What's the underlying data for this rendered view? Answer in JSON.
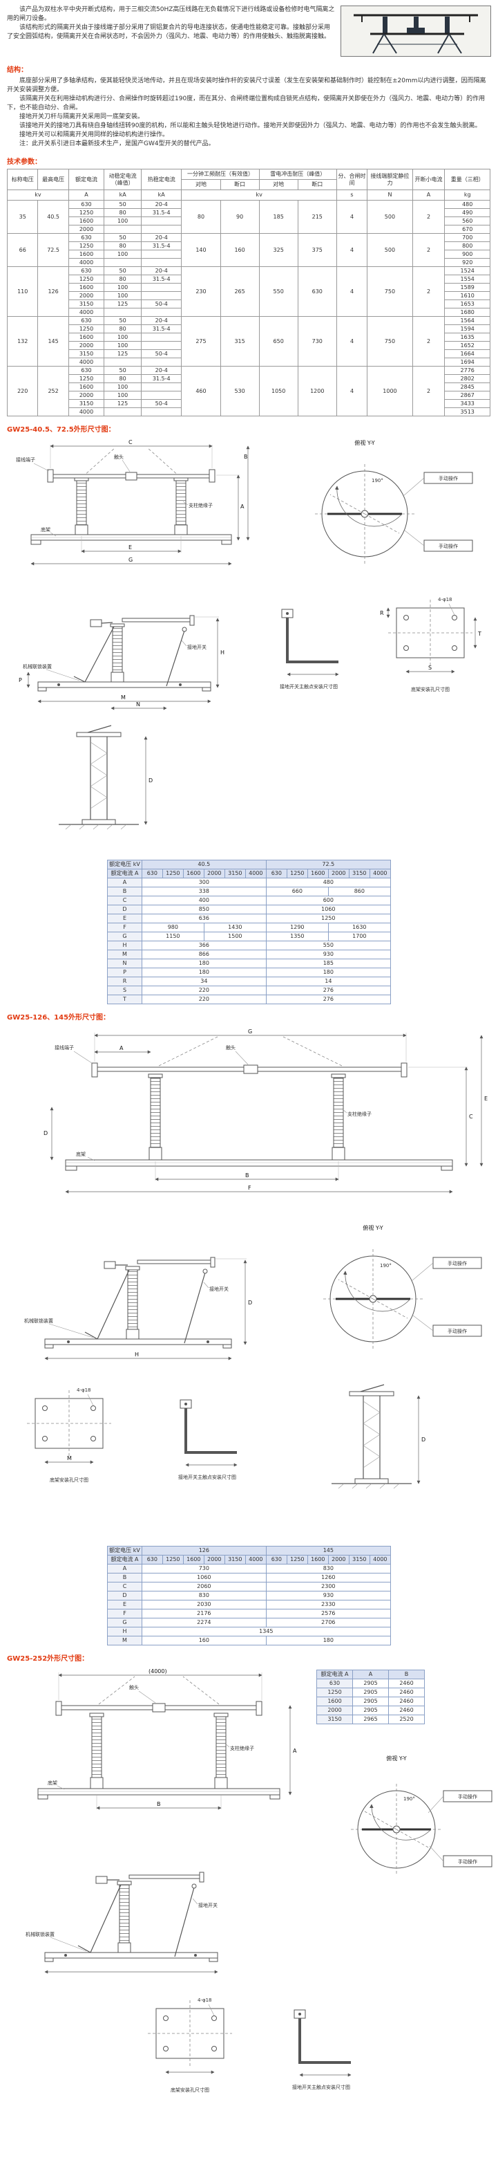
{
  "colors": {
    "heading_red": "#e23b12",
    "dim_header_bg": "#d9e1f2",
    "dim_border": "#8aa0c6",
    "table_border": "#9a9a9a",
    "text": "#333333"
  },
  "intro": {
    "p1": "该产品为双柱水平中央开断式结构，用于三相交流50HZ高压线路在无负载情况下进行线路或设备检修时电气隔离之用的闸刀设备。",
    "p2": "该结构形式的隔离开关由于接线端子部分采用了铜铝复合片的导电连接状态，使通电性能稳定可靠。接触部分采用了安全圆弧结构，使隔离开关在合闸状态时，不会因外力（强风力、地震、电动力等）的作用使触头、触指脱离接触。"
  },
  "structure": {
    "heading": "结构：",
    "paragraphs": [
      "底座部分采用了多轴承结构，使其能轻快灵活地传动，并且在现场安装时操作杆的安装尺寸误差（发生在安装架和基础制作时）能控制在±20mm以内进行调整，因而隔离开关安装调整方便。",
      "该隔离开关在利用操动机构进行分、合闸操作时旋转超过190度，而在其分、合闸终端位置构成自锁死点结构，使隔离开关即使在外力（强风力、地震、电动力等）的作用下，也不能自动分、合闸。",
      "接地开关刀杆与隔离开关采用同一底架安装。",
      "该接地开关的接地刀具有绕自身轴线扭转90度的机构，所以能和主触头轻快地进行动作。接地开关即使因外力（强风力、地震、电动力等）的作用也不会发生触头脱离。",
      "接地开关可以和隔离开关用同样的操动机构进行操作。",
      "注：此开关系引进日本最新技术生产，是国产GW4型开关的替代产品。"
    ]
  },
  "tech": {
    "heading": "技术参数：",
    "header": {
      "nominal": "标称电压",
      "max": "最高电压",
      "current": "额定电流",
      "dynamic": "动稳定电流（峰值）",
      "thermal": "热稳定电流",
      "pf": "一分钟工频耐压（有效值）",
      "li": "雷电冲击耐压（峰值）",
      "ground": "对地",
      "gap": "断口",
      "time": "分、合闸时间",
      "pull": "接线端额定静拉力",
      "brk": "开断小电流",
      "weight": "重量（三相）",
      "u_kv": "kv",
      "u_a": "A",
      "u_ka": "kA",
      "u_s": "s",
      "u_n": "N",
      "u_kg": "kg"
    },
    "rows": [
      [
        {
          "t": "35",
          "rs": 4
        },
        {
          "t": "40.5",
          "rs": 4
        },
        {
          "t": "630"
        },
        {
          "t": "50"
        },
        {
          "t": "20-4"
        },
        {
          "t": "80",
          "rs": 4
        },
        {
          "t": "90",
          "rs": 4
        },
        {
          "t": "185",
          "rs": 4
        },
        {
          "t": "215",
          "rs": 4
        },
        {
          "t": "4",
          "rs": 4
        },
        {
          "t": "500",
          "rs": 4
        },
        {
          "t": "2",
          "rs": 4
        },
        {
          "t": "480"
        }
      ],
      [
        {
          "t": "1250"
        },
        {
          "t": "80"
        },
        {
          "t": "31.5-4"
        },
        {
          "t": "490"
        }
      ],
      [
        {
          "t": "1600"
        },
        {
          "t": "100"
        },
        {
          "t": ""
        },
        {
          "t": "560"
        }
      ],
      [
        {
          "t": "2000"
        },
        {
          "t": ""
        },
        {
          "t": ""
        },
        {
          "t": "670"
        }
      ],
      [
        {
          "t": "66",
          "rs": 4
        },
        {
          "t": "72.5",
          "rs": 4
        },
        {
          "t": "630"
        },
        {
          "t": "50"
        },
        {
          "t": "20-4"
        },
        {
          "t": "140",
          "rs": 4
        },
        {
          "t": "160",
          "rs": 4
        },
        {
          "t": "325",
          "rs": 4
        },
        {
          "t": "375",
          "rs": 4
        },
        {
          "t": "4",
          "rs": 4
        },
        {
          "t": "500",
          "rs": 4
        },
        {
          "t": "2",
          "rs": 4
        },
        {
          "t": "700"
        }
      ],
      [
        {
          "t": "1250"
        },
        {
          "t": "80"
        },
        {
          "t": "31.5-4"
        },
        {
          "t": "800"
        }
      ],
      [
        {
          "t": "1600"
        },
        {
          "t": "100"
        },
        {
          "t": ""
        },
        {
          "t": "900"
        }
      ],
      [
        {
          "t": "4000"
        },
        {
          "t": ""
        },
        {
          "t": ""
        },
        {
          "t": "920"
        }
      ],
      [
        {
          "t": "110",
          "rs": 6
        },
        {
          "t": "126",
          "rs": 6
        },
        {
          "t": "630"
        },
        {
          "t": "50"
        },
        {
          "t": "20-4"
        },
        {
          "t": "230",
          "rs": 6
        },
        {
          "t": "265",
          "rs": 6
        },
        {
          "t": "550",
          "rs": 6
        },
        {
          "t": "630",
          "rs": 6
        },
        {
          "t": "4",
          "rs": 6
        },
        {
          "t": "750",
          "rs": 6
        },
        {
          "t": "2",
          "rs": 6
        },
        {
          "t": "1524"
        }
      ],
      [
        {
          "t": "1250"
        },
        {
          "t": "80"
        },
        {
          "t": "31.5-4"
        },
        {
          "t": "1554"
        }
      ],
      [
        {
          "t": "1600"
        },
        {
          "t": "100"
        },
        {
          "t": ""
        },
        {
          "t": "1589"
        }
      ],
      [
        {
          "t": "2000"
        },
        {
          "t": "100"
        },
        {
          "t": ""
        },
        {
          "t": "1610"
        }
      ],
      [
        {
          "t": "3150"
        },
        {
          "t": "125"
        },
        {
          "t": "50-4"
        },
        {
          "t": "1653"
        }
      ],
      [
        {
          "t": "4000"
        },
        {
          "t": ""
        },
        {
          "t": ""
        },
        {
          "t": "1680"
        }
      ],
      [
        {
          "t": "132",
          "rs": 6
        },
        {
          "t": "145",
          "rs": 6
        },
        {
          "t": "630"
        },
        {
          "t": "50"
        },
        {
          "t": "20-4"
        },
        {
          "t": "275",
          "rs": 6
        },
        {
          "t": "315",
          "rs": 6
        },
        {
          "t": "650",
          "rs": 6
        },
        {
          "t": "730",
          "rs": 6
        },
        {
          "t": "4",
          "rs": 6
        },
        {
          "t": "750",
          "rs": 6
        },
        {
          "t": "2",
          "rs": 6
        },
        {
          "t": "1564"
        }
      ],
      [
        {
          "t": "1250"
        },
        {
          "t": "80"
        },
        {
          "t": "31.5-4"
        },
        {
          "t": "1594"
        }
      ],
      [
        {
          "t": "1600"
        },
        {
          "t": "100"
        },
        {
          "t": ""
        },
        {
          "t": "1635"
        }
      ],
      [
        {
          "t": "2000"
        },
        {
          "t": "100"
        },
        {
          "t": ""
        },
        {
          "t": "1652"
        }
      ],
      [
        {
          "t": "3150"
        },
        {
          "t": "125"
        },
        {
          "t": "50-4"
        },
        {
          "t": "1664"
        }
      ],
      [
        {
          "t": "4000"
        },
        {
          "t": ""
        },
        {
          "t": ""
        },
        {
          "t": "1694"
        }
      ],
      [
        {
          "t": "220",
          "rs": 6
        },
        {
          "t": "252",
          "rs": 6
        },
        {
          "t": "630"
        },
        {
          "t": "50"
        },
        {
          "t": "20-4"
        },
        {
          "t": "460",
          "rs": 6
        },
        {
          "t": "530",
          "rs": 6
        },
        {
          "t": "1050",
          "rs": 6
        },
        {
          "t": "1200",
          "rs": 6
        },
        {
          "t": "4",
          "rs": 6
        },
        {
          "t": "1000",
          "rs": 6
        },
        {
          "t": "2",
          "rs": 6
        },
        {
          "t": "2776"
        }
      ],
      [
        {
          "t": "1250"
        },
        {
          "t": "80"
        },
        {
          "t": "31.5-4"
        },
        {
          "t": "2802"
        }
      ],
      [
        {
          "t": "1600"
        },
        {
          "t": "100"
        },
        {
          "t": ""
        },
        {
          "t": "2845"
        }
      ],
      [
        {
          "t": "2000"
        },
        {
          "t": "100"
        },
        {
          "t": ""
        },
        {
          "t": "2867"
        }
      ],
      [
        {
          "t": "3150"
        },
        {
          "t": "125"
        },
        {
          "t": "50-4"
        },
        {
          "t": "3433"
        }
      ],
      [
        {
          "t": "4000"
        },
        {
          "t": ""
        },
        {
          "t": ""
        },
        {
          "t": "3513"
        }
      ]
    ]
  },
  "dim1": {
    "heading": "GW25-40.5、72.5外形尺寸图：",
    "voltage_label": "额定电压 kV",
    "current_label": "额定电流 A",
    "v1": "40.5",
    "v2": "72.5",
    "currents": [
      "630",
      "1250",
      "1600",
      "2000",
      "3150",
      "4000"
    ],
    "rows": [
      [
        {
          "t": "A"
        },
        {
          "t": "300",
          "cs": 6
        },
        {
          "t": "480",
          "cs": 6
        }
      ],
      [
        {
          "t": "B"
        },
        {
          "t": "338",
          "cs": 6
        },
        {
          "t": "660",
          "cs": 3
        },
        {
          "t": "860",
          "cs": 3
        }
      ],
      [
        {
          "t": "C"
        },
        {
          "t": "400",
          "cs": 6
        },
        {
          "t": "600",
          "cs": 6
        }
      ],
      [
        {
          "t": "D"
        },
        {
          "t": "850",
          "c s": 6,
          "cs": 6
        },
        {
          "t": "1060",
          "cs": 6
        }
      ],
      [
        {
          "t": "E"
        },
        {
          "t": "636",
          "cs": 6
        },
        {
          "t": "1250",
          "cs": 6
        }
      ],
      [
        {
          "t": "F"
        },
        {
          "t": "980",
          "cs": 3
        },
        {
          "t": "1430",
          "cs": 3
        },
        {
          "t": "1290",
          "cs": 3
        },
        {
          "t": "1630",
          "cs": 3
        }
      ],
      [
        {
          "t": "G"
        },
        {
          "t": "1150",
          "cs": 3
        },
        {
          "t": "1500",
          "cs": 3
        },
        {
          "t": "1350",
          "cs": 3
        },
        {
          "t": "1700",
          "cs": 3
        }
      ],
      [
        {
          "t": "H"
        },
        {
          "t": "366",
          "cs": 6
        },
        {
          "t": "550",
          "cs": 6
        }
      ],
      [
        {
          "t": "M"
        },
        {
          "t": "866",
          "cs": 6
        },
        {
          "t": "930",
          "cs": 6
        }
      ],
      [
        {
          "t": "N"
        },
        {
          "t": "180",
          "cs": 6
        },
        {
          "t": "185",
          "cs": 6
        }
      ],
      [
        {
          "t": "P"
        },
        {
          "t": "180",
          "cs": 6
        },
        {
          "t": "180",
          "cs": 6
        }
      ],
      [
        {
          "t": "R"
        },
        {
          "t": "34",
          "cs": 6
        },
        {
          "t": "14",
          "cs": 6
        }
      ],
      [
        {
          "t": "S"
        },
        {
          "t": "220",
          "cs": 6
        },
        {
          "t": "276",
          "cs": 6
        }
      ],
      [
        {
          "t": "T"
        },
        {
          "t": "220",
          "cs": 6
        },
        {
          "t": "276",
          "cs": 6
        }
      ]
    ]
  },
  "dim2": {
    "heading": "GW25-126、145外形尺寸图：",
    "voltage_label": "额定电压 kV",
    "current_label": "额定电流 A",
    "v1": "126",
    "v2": "145",
    "currents": [
      "630",
      "1250",
      "1600",
      "2000",
      "3150",
      "4000"
    ],
    "rows": [
      [
        {
          "t": "A"
        },
        {
          "t": "730",
          "cs": 6
        },
        {
          "t": "830",
          "cs": 6
        }
      ],
      [
        {
          "t": "B"
        },
        {
          "t": "1060",
          "cs": 6
        },
        {
          "t": "1260",
          "cs": 6
        }
      ],
      [
        {
          "t": "C"
        },
        {
          "t": "2060",
          "cs": 6
        },
        {
          "t": "2300",
          "cs": 6
        }
      ],
      [
        {
          "t": "D"
        },
        {
          "t": "830",
          "cs": 6
        },
        {
          "t": "930",
          "cs": 6
        }
      ],
      [
        {
          "t": "E"
        },
        {
          "t": "2030",
          "cs": 6
        },
        {
          "t": "2330",
          "cs": 6
        }
      ],
      [
        {
          "t": "F"
        },
        {
          "t": "2176",
          "cs": 6
        },
        {
          "t": "2576",
          "cs": 6
        }
      ],
      [
        {
          "t": "G"
        },
        {
          "t": "2274",
          "cs": 6
        },
        {
          "t": "2706",
          "cs": 6
        }
      ],
      [
        {
          "t": "H"
        },
        {
          "t": "1345",
          "cs": 12
        }
      ],
      [
        {
          "t": "M"
        },
        {
          "t": "160",
          "cs": 6
        },
        {
          "t": "180",
          "cs": 6
        }
      ]
    ]
  },
  "dim3": {
    "heading": "GW25-252外形尺寸图：",
    "c0": "额定电流 A",
    "c1": "A",
    "c2": "B",
    "rows": [
      [
        "630",
        "2905",
        "2460"
      ],
      [
        "1250",
        "2905",
        "2460"
      ],
      [
        "1600",
        "2905",
        "2460"
      ],
      [
        "2000",
        "2905",
        "2460"
      ],
      [
        "3150",
        "2965",
        "2520"
      ]
    ]
  },
  "dwg1": {
    "top_view_title": "俯视 Y-Y",
    "manual_label": "手动操作",
    "angle": "190°",
    "front": {
      "d_top": "C",
      "d_span": "E",
      "d_base": "G",
      "d_h1": "A",
      "d_h2": "B",
      "terminal": "接线端子",
      "contact": "触头",
      "insulator": "支柱绝缘子",
      "frame": "底架"
    },
    "side": {
      "d_h": "H",
      "d_w": "M",
      "d_n": "N",
      "d_p": "P",
      "interlock": "机械联锁装置",
      "ground_switch": "接地开关"
    },
    "plan": {
      "holes": "4-φ18",
      "d_s": "S",
      "d_t": "T",
      "d_r": "R",
      "caption": "底架安装孔尺寸图"
    },
    "detail": {
      "caption": "接地开关主触点安装尺寸图"
    },
    "pole": {
      "d_pole": "D"
    }
  },
  "dwg2": {
    "top_view_title": "俯视 Y-Y",
    "manual_label": "手动操作",
    "angle": "190°",
    "front": {
      "d_top": "G",
      "d_span": "B",
      "d_base": "F",
      "d_h1": "C",
      "d_h2": "E",
      "d_a": "A",
      "d_d": "D",
      "terminal": "接线端子",
      "contact": "触头",
      "insulator": "支柱绝缘子",
      "frame": "底架"
    },
    "side": {
      "d_h": "D",
      "d_w": "H",
      "interlock": "机械联锁装置",
      "ground_switch": "接地开关"
    },
    "plan": {
      "holes": "4-φ18",
      "d_s": "M",
      "caption": "底架安装孔尺寸图"
    },
    "detail": {
      "caption": "接地开关主触点安装尺寸图"
    },
    "pole": {
      "d_pole": "D"
    }
  },
  "dwg3": {
    "top_view_title": "俯视 Y-Y",
    "manual_label": "手动操作",
    "angle": "190°",
    "front": {
      "d_top": "(4000)",
      "d_span": "B",
      "d_h1": "A",
      "insulator": "支柱绝缘子",
      "frame": "底架",
      "contact": "触头"
    },
    "side": {
      "interlock": "机械联锁装置",
      "ground_switch": "接地开关"
    },
    "plan": {
      "holes": "4-φ18",
      "caption": "底架安装孔尺寸图"
    },
    "detail": {
      "caption": "接地开关主触点安装尺寸图"
    }
  }
}
